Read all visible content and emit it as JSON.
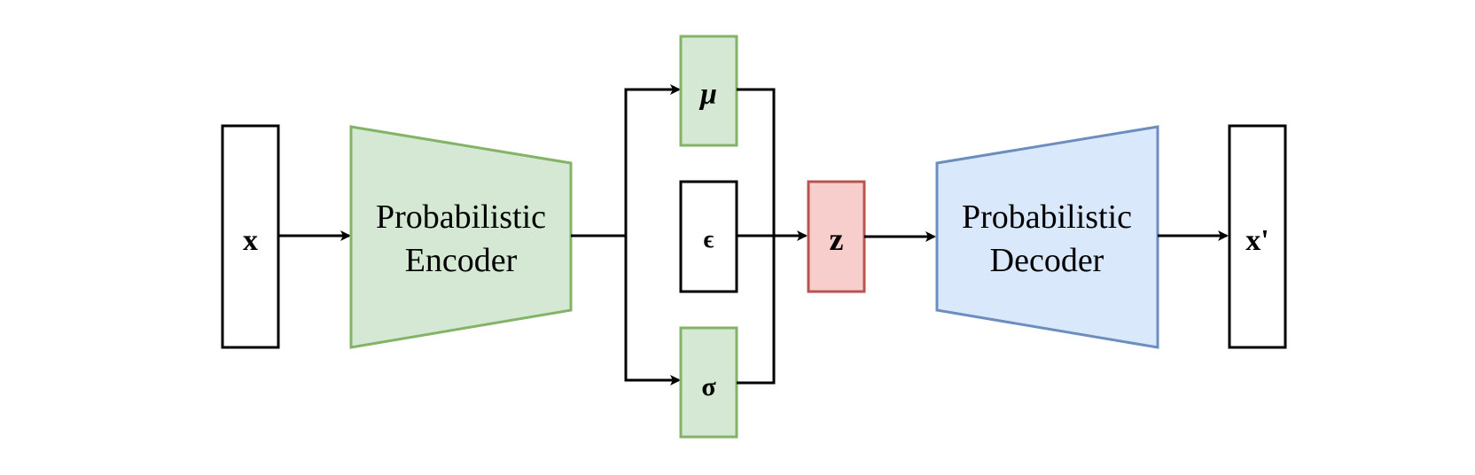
{
  "nodes": {
    "input_x": {
      "label": "x"
    },
    "encoder": {
      "line1": "Probabilistic",
      "line2": "Encoder"
    },
    "mu": {
      "label": "μ"
    },
    "epsilon": {
      "label": "ϵ"
    },
    "sigma": {
      "label": "σ"
    },
    "z": {
      "label": "z"
    },
    "decoder": {
      "line1": "Probabilistic",
      "line2": "Decoder"
    },
    "output_x": {
      "label": "x'"
    }
  },
  "colors": {
    "stroke_black": "#000000",
    "green_fill": "#d5e8d4",
    "green_stroke": "#82b366",
    "red_fill": "#f8cecc",
    "red_stroke": "#b85450",
    "blue_fill": "#dae8fc",
    "blue_stroke": "#6c8ebf"
  }
}
